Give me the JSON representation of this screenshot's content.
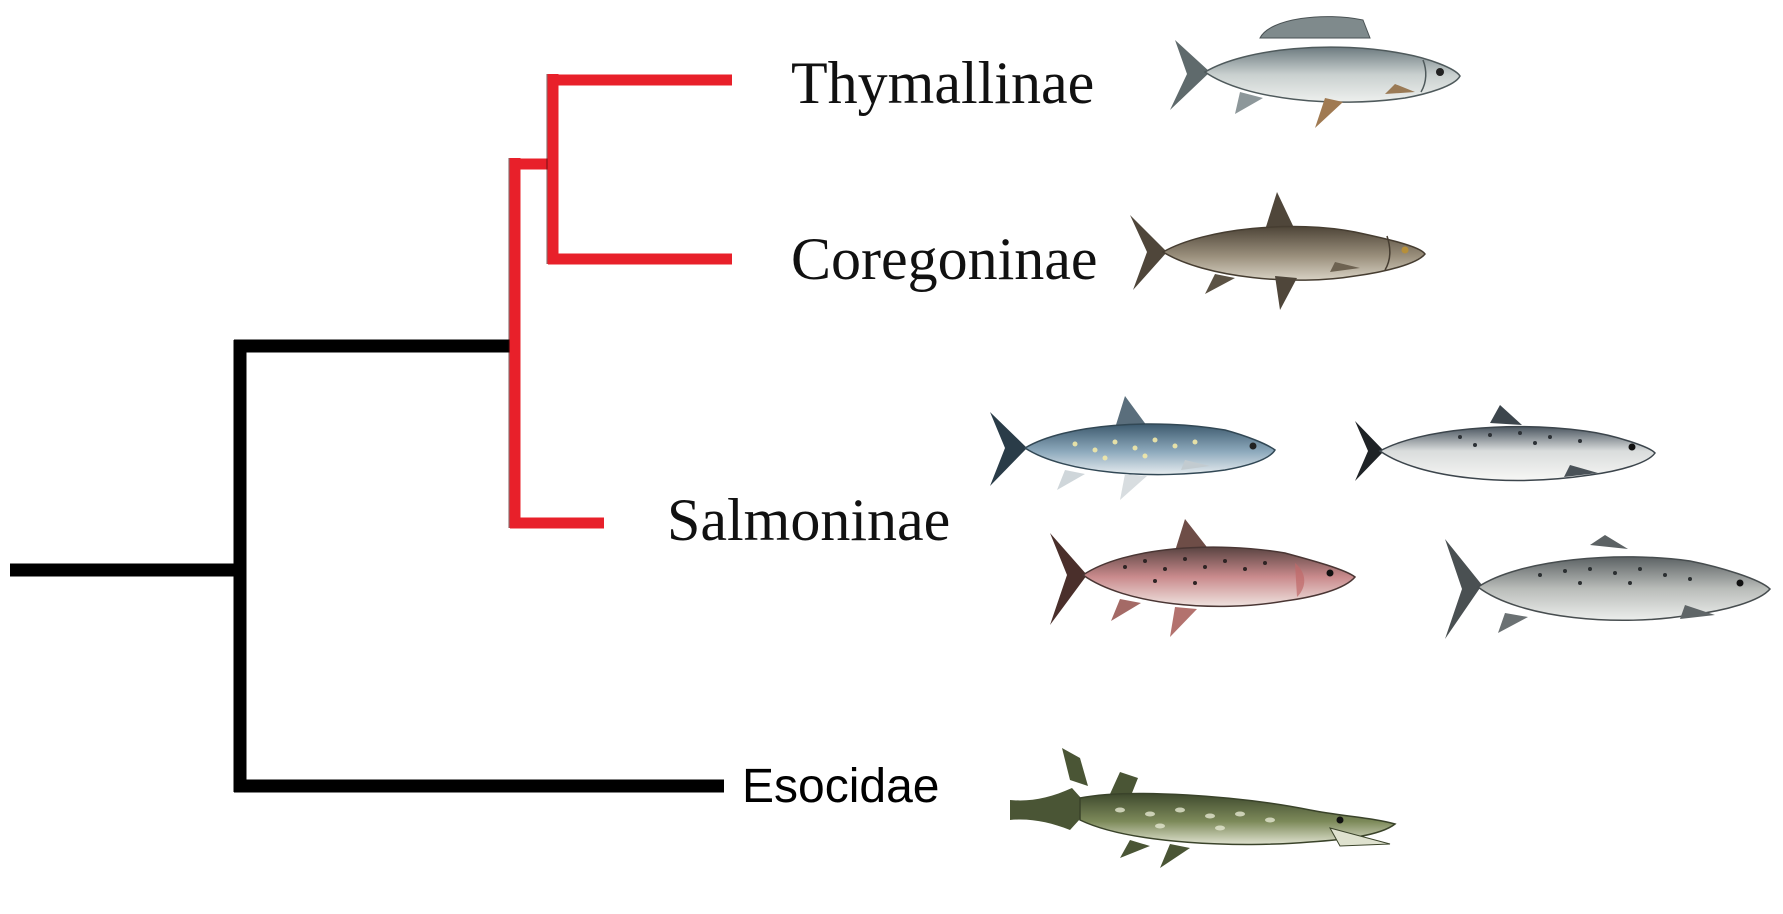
{
  "tree": {
    "taxa": [
      {
        "id": "thymallinae",
        "label": "Thymallinae",
        "fish_icon": "grayling-fish-icon"
      },
      {
        "id": "coregoninae",
        "label": "Coregoninae",
        "fish_icon": "whitefish-fish-icon"
      },
      {
        "id": "salmoninae",
        "label": "Salmoninae",
        "fish_icons": [
          "arctic-char-fish-icon",
          "atlantic-salmon-fish-icon",
          "rainbow-trout-fish-icon",
          "brown-trout-fish-icon"
        ]
      },
      {
        "id": "esocidae",
        "label": "Esocidae",
        "fish_icon": "northern-pike-fish-icon"
      }
    ],
    "colors": {
      "salmonidae_branch": "#e8202a",
      "outgroup_branch": "#000000",
      "label": "#111111"
    }
  }
}
